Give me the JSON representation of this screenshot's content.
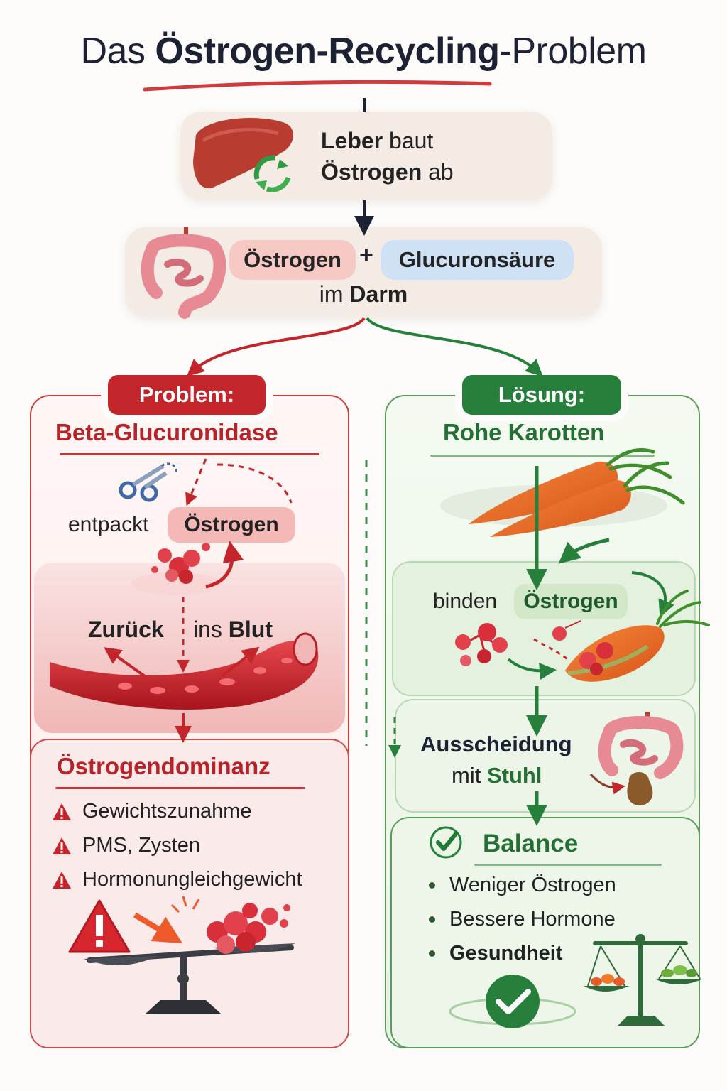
{
  "title": {
    "pre": "Das ",
    "bold": "Östrogen-Recycling",
    "post": "-Problem"
  },
  "liver_step": {
    "line1_bold": "Leber",
    "line1_rest": " baut",
    "line2_bold": "Östrogen",
    "line2_rest": " ab"
  },
  "darm_step": {
    "pill_left": "Östrogen",
    "plus": "+",
    "pill_right": "Glucuronsäure",
    "line_pre": "im ",
    "line_bold": "Darm"
  },
  "problem": {
    "tag": "Problem:",
    "heading": "Beta-Glucuronidase",
    "unpack_pre": "entpackt",
    "unpack_pill": "Östrogen",
    "blood_bold1": "Zurück",
    "blood_pre2": "ins ",
    "blood_bold2": "Blut",
    "result_heading": "Östrogendominanz",
    "symptoms": [
      "Gewichtszunahme",
      "PMS, Zysten",
      "Hormonungleichgewicht"
    ]
  },
  "solution": {
    "tag": "Lösung:",
    "heading": "Rohe Karotten",
    "bind_pre": "binden",
    "bind_pill": "Östrogen",
    "excretion_bold": "Ausscheidung",
    "excretion_pre": "mit ",
    "excretion_bold2": "Stuhl",
    "result_heading": "Balance",
    "benefits": [
      "Weniger Östrogen",
      "Bessere Hormone",
      "Gesundheit"
    ]
  },
  "colors": {
    "problem_red": "#c4252b",
    "solution_green": "#26803c",
    "oestrogen_pill": "#f6c9c4",
    "glucuron_pill": "#cfe1f4",
    "title_underline": "#d03a3a"
  }
}
